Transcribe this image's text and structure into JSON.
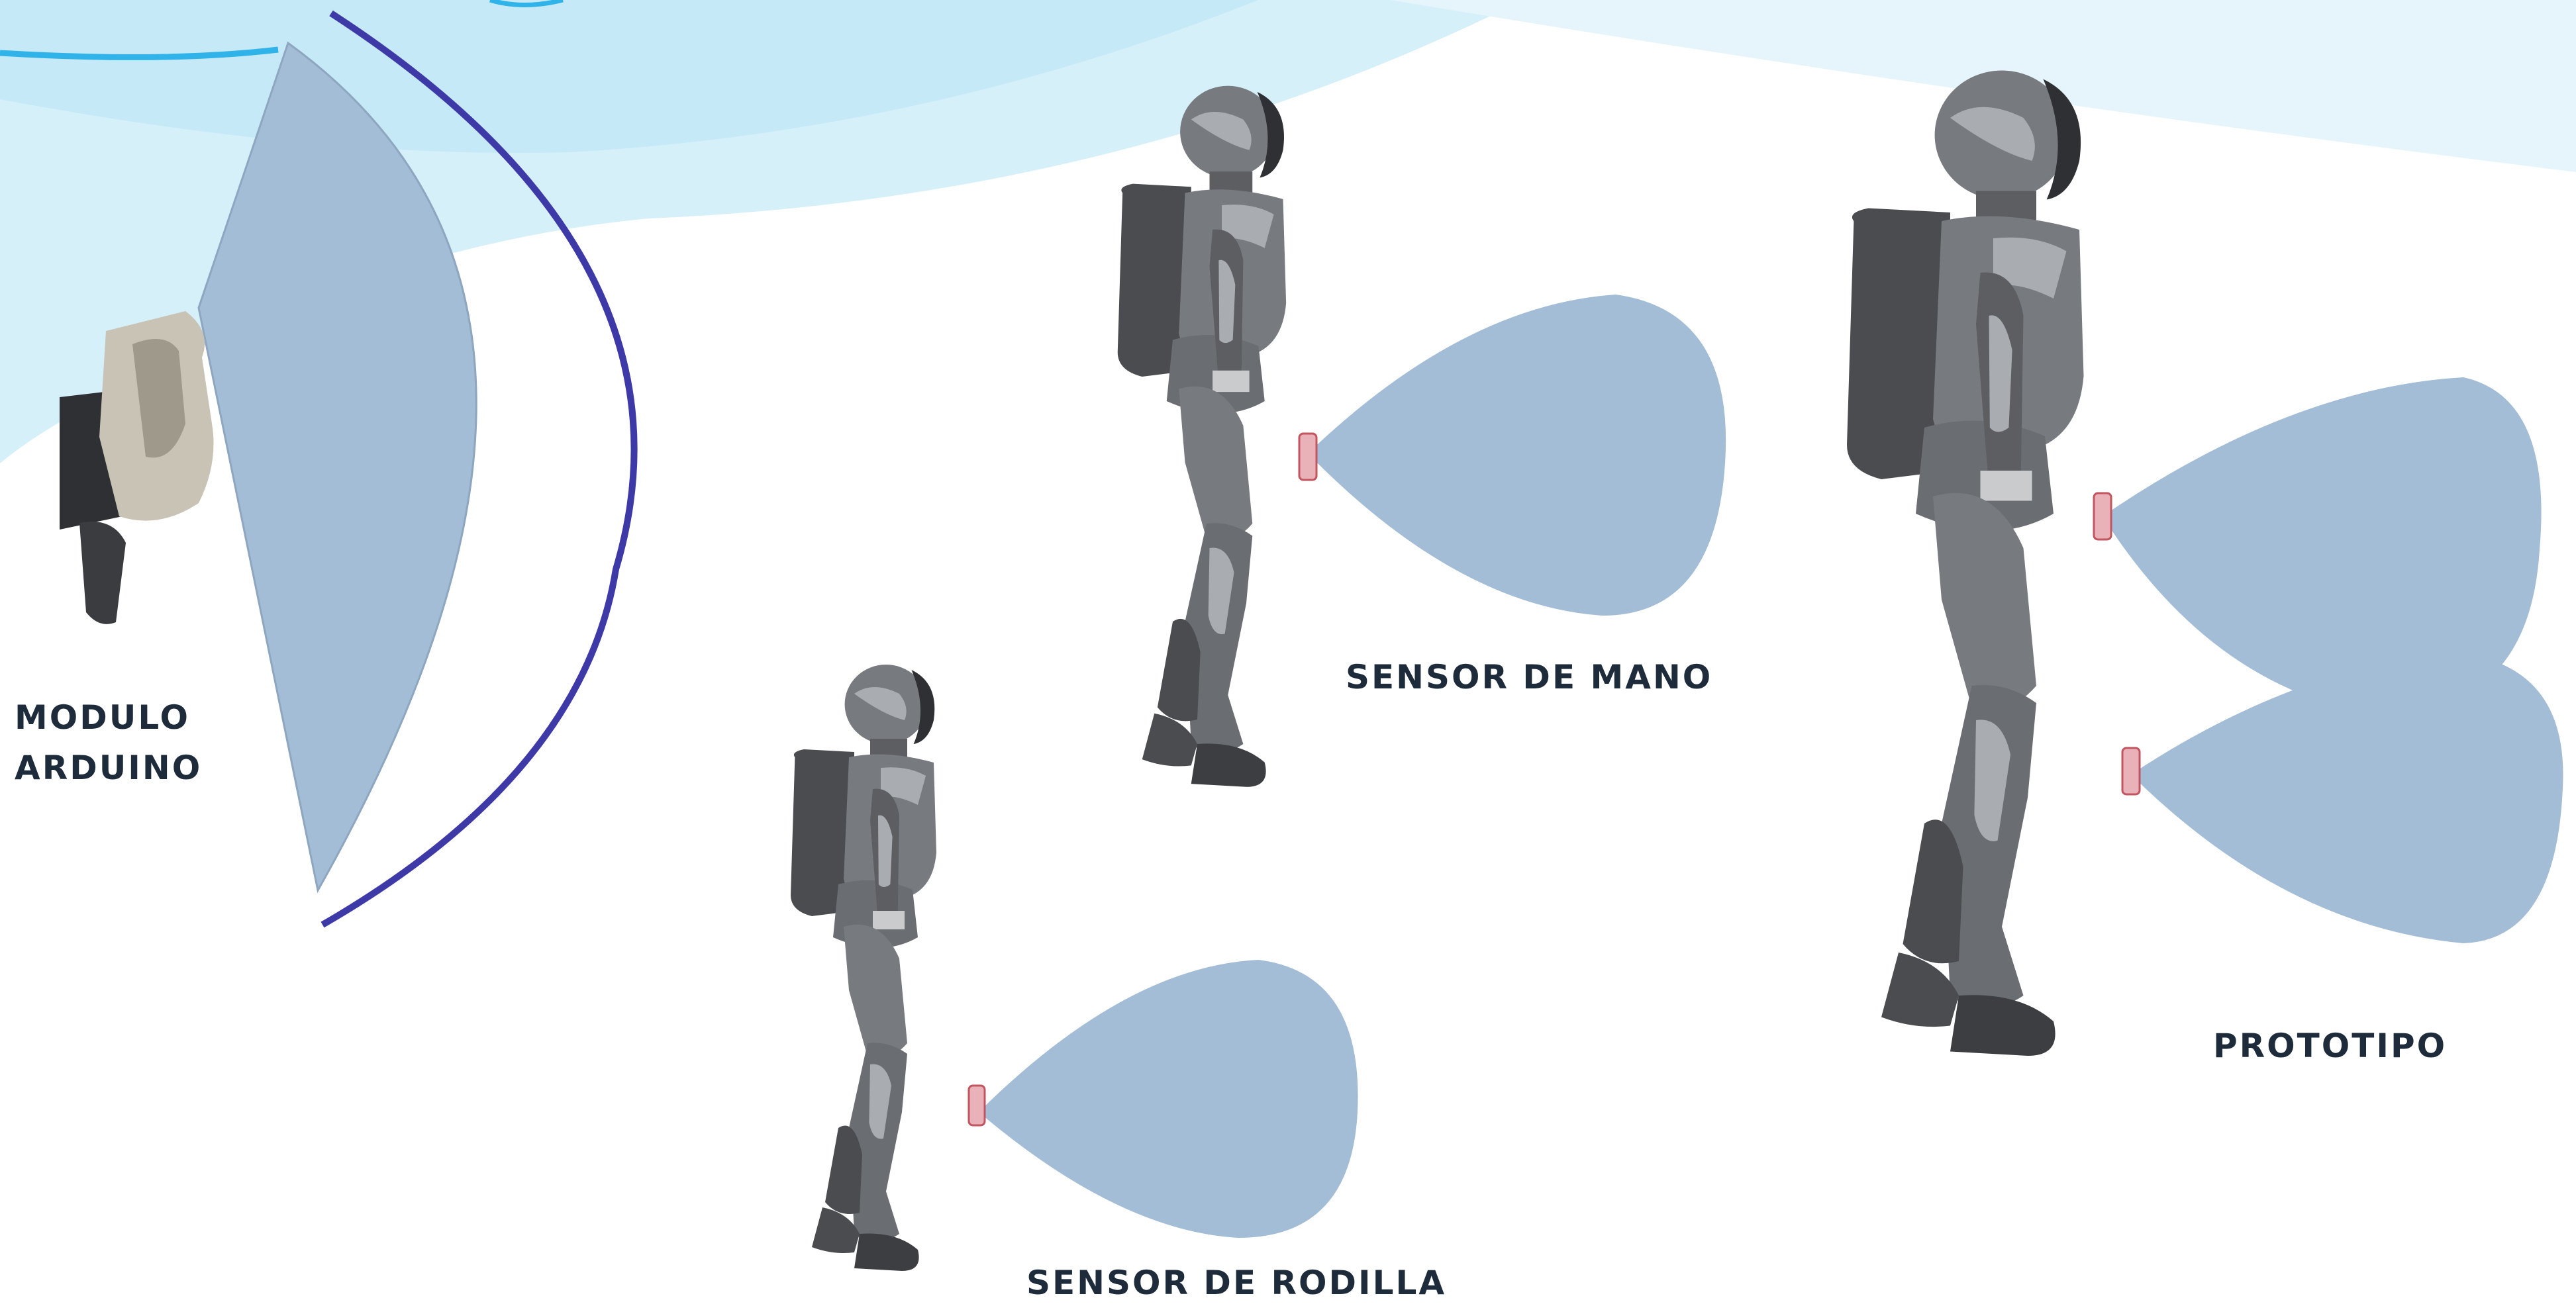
{
  "labels": {
    "modulo_line1": "MODULO",
    "modulo_line2": "ARDUINO",
    "sensor_mano": "SENSOR DE MANO",
    "sensor_rodilla": "SENSOR DE RODILLA",
    "prototipo": "PROTOTIPO"
  },
  "colors": {
    "background_swoosh": "#c5e9f7",
    "swoosh_line": "#2fb3e8",
    "sensor_beam": "#a3bdd6",
    "detection_arc": "#3d3aa8",
    "robot_body": "#777a7e",
    "robot_dark": "#4a4c50",
    "robot_light": "#a9acb0",
    "sensor_led": "#e9b2b8",
    "label_text": "#1d2b3a"
  }
}
